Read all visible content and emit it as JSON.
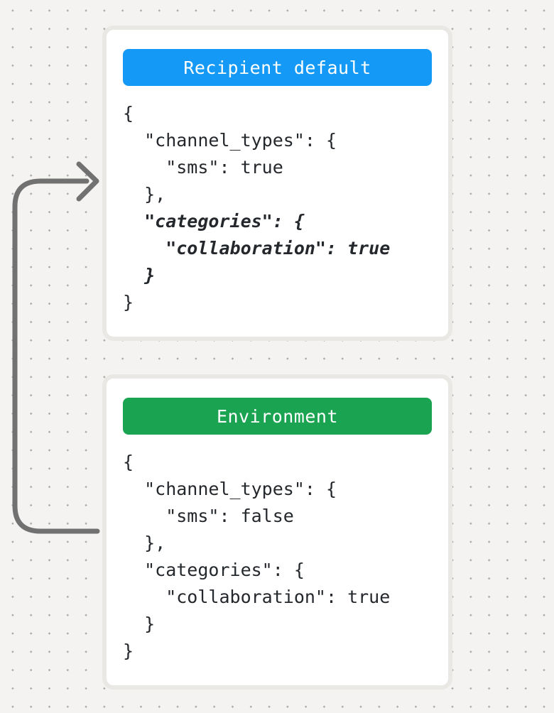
{
  "background": {
    "color": "#f4f3f1",
    "dot_color": "#a9a9a9"
  },
  "arrow": {
    "color": "#717171",
    "direction": "from-environment-to-recipient-default"
  },
  "cards": [
    {
      "id": "recipient-default",
      "header": {
        "label": "Recipient default",
        "color": "#149af6",
        "text_color": "#ffffff"
      },
      "code_lines": [
        {
          "text": "{",
          "style": "regular"
        },
        {
          "text": "  \"channel_types\": {",
          "style": "regular"
        },
        {
          "text": "    \"sms\": true",
          "style": "regular"
        },
        {
          "text": "  },",
          "style": "regular"
        },
        {
          "text": "  \"categories\": {",
          "style": "italic"
        },
        {
          "text": "    \"collaboration\": true",
          "style": "italic"
        },
        {
          "text": "  }",
          "style": "italic"
        },
        {
          "text": "}",
          "style": "regular"
        }
      ]
    },
    {
      "id": "environment",
      "header": {
        "label": "Environment",
        "color": "#1aa350",
        "text_color": "#ffffff"
      },
      "code_lines": [
        {
          "text": "{",
          "style": "regular"
        },
        {
          "text": "  \"channel_types\": {",
          "style": "regular"
        },
        {
          "text": "    \"sms\": false",
          "style": "regular"
        },
        {
          "text": "  },",
          "style": "regular"
        },
        {
          "text": "  \"categories\": {",
          "style": "regular"
        },
        {
          "text": "    \"collaboration\": true",
          "style": "regular"
        },
        {
          "text": "  }",
          "style": "regular"
        },
        {
          "text": "}",
          "style": "regular"
        }
      ]
    }
  ]
}
